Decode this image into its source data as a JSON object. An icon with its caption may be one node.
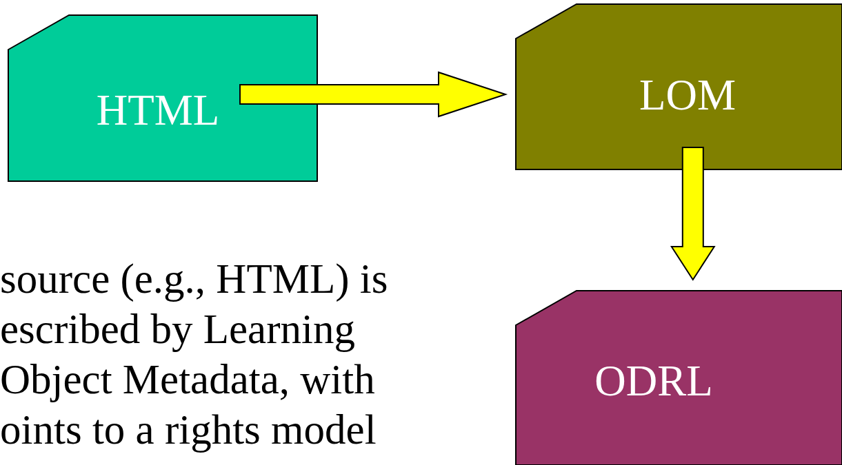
{
  "diagram": {
    "nodes": [
      {
        "text": [
          "HTML"
        ]
      },
      {
        "text": [
          "LOM"
        ]
      },
      {
        "text": [
          "ODRL"
        ]
      }
    ],
    "edges": [
      {
        "from": 0,
        "to": 1,
        "arrow": "to"
      },
      {
        "from": 1,
        "to": 2,
        "arrow": "to"
      }
    ],
    "labels": [
      "source (e.g., HTML) is escribed by Learning Object Metadata, with oints to a rights model"
    ]
  }
}
